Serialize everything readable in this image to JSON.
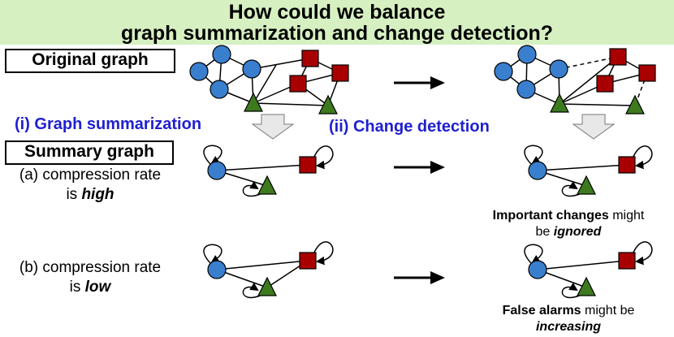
{
  "title": {
    "line1": "How could we balance",
    "line2": "graph summarization and change detection?"
  },
  "labels": {
    "original_graph": "Original graph",
    "summary_graph": "Summary graph",
    "graph_summarization": "(i) Graph summarization",
    "change_detection": "(ii) Change detection"
  },
  "cases": {
    "a": {
      "line1": "(a) compression rate",
      "line2_prefix": "is ",
      "line2_emph": "high"
    },
    "b": {
      "line1": "(b) compression rate",
      "line2_prefix": "is ",
      "line2_emph": "low"
    }
  },
  "notes": {
    "high": {
      "bold": "Important changes",
      "rest": " might",
      "line2_prefix": "be ",
      "line2_emph": "ignored"
    },
    "low": {
      "bold": "False alarms",
      "rest": " might be",
      "line2_emph": "increasing"
    }
  },
  "colors": {
    "title_band": "#d6f0c2",
    "circle_node": "#3a7fce",
    "square_node": "#a80000",
    "triangle_node": "#3d7a1e",
    "label_blue": "#1f1fd0",
    "arrow_fill": "#e8e8e8"
  },
  "icons": [
    "right-arrow-icon",
    "down-block-arrow-icon"
  ]
}
